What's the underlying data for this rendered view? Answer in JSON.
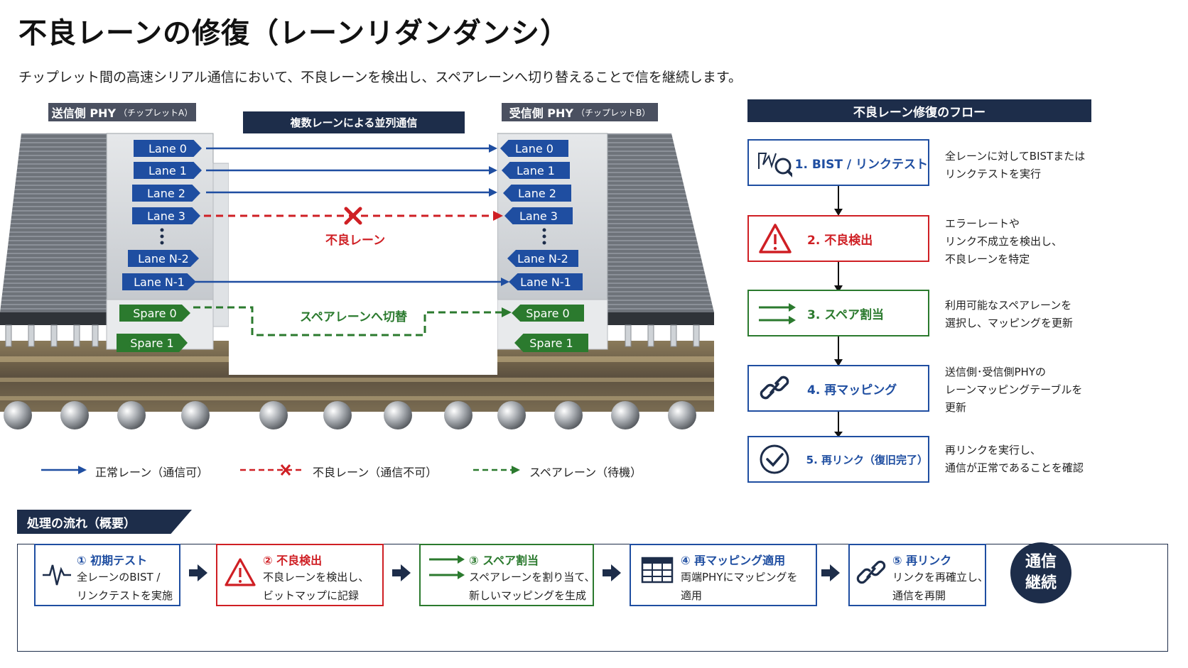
{
  "title": "不良レーンの修復（レーンリダンダンシ）",
  "subtitle": "チップレット間の高速シリアル通信において、不良レーンを検出し、スペアレーンへ切り替えることで信を継続します。",
  "tx_header": {
    "main": "送信側 PHY",
    "sub": "（チップレットA）"
  },
  "rx_header": {
    "main": "受信側 PHY",
    "sub": "（チップレットB）"
  },
  "parallel_label": "複数レーンによる並列通信",
  "tx_lanes": [
    "Lane 0",
    "Lane 1",
    "Lane 2",
    "Lane 3",
    "Lane N-2",
    "Lane N-1"
  ],
  "rx_lanes": [
    "Lane 0",
    "Lane 1",
    "Lane 2",
    "Lane 3",
    "Lane N-2",
    "Lane N-1"
  ],
  "tx_spares": [
    "Spare 0",
    "Spare 1"
  ],
  "rx_spares": [
    "Spare 0",
    "Spare 1"
  ],
  "faulty_label": "不良レーン",
  "switch_label": "スペアレーンへ切替",
  "legend": {
    "normal": "正常レーン（通信可）",
    "faulty": "不良レーン（通信不可）",
    "spare": "スペアレーン（待機）"
  },
  "flow_header": "不良レーン修復のフロー",
  "flow_steps": [
    {
      "label": "1. BIST / リンクテスト",
      "icon": "bist-search-icon",
      "desc": [
        "全レーンに対してBISTまたは",
        "リンクテストを実行"
      ]
    },
    {
      "label": "2. 不良検出",
      "icon": "warning-icon",
      "desc": [
        "エラーレートや",
        "リンク不成立を検出し、",
        "不良レーンを特定"
      ]
    },
    {
      "label": "3. スペア割当",
      "icon": "switch-arrows-icon",
      "desc": [
        "利用可能なスペアレーンを",
        "選択し、マッピングを更新"
      ]
    },
    {
      "label": "4. 再マッピング",
      "icon": "link-icon",
      "desc": [
        "送信側･受信側PHYの",
        "レーンマッピングテーブルを",
        "更新"
      ]
    },
    {
      "label": "5. 再リンク（復旧完了）",
      "icon": "check-circle-icon",
      "desc": [
        "再リンクを実行し、",
        "通信が正常であることを確認"
      ]
    }
  ],
  "process_header": "処理の流れ（概要）",
  "process_steps": [
    {
      "title": "① 初期テスト",
      "icon": "waveform-icon",
      "desc": [
        "全レーンのBIST /",
        "リンクテストを実施"
      ]
    },
    {
      "title": "② 不良検出",
      "icon": "warning-icon",
      "desc": [
        "不良レーンを検出し、",
        "ビットマップに記録"
      ]
    },
    {
      "title": "③ スペア割当",
      "icon": "switch-arrows-icon",
      "desc": [
        "スペアレーンを割り当て、",
        "新しいマッピングを生成"
      ]
    },
    {
      "title": "④ 再マッピング適用",
      "icon": "table-icon",
      "desc": [
        "両端PHYにマッピングを",
        "適用"
      ]
    },
    {
      "title": "⑤ 再リンク",
      "icon": "link-icon",
      "desc": [
        "リンクを再確立し、",
        "通信を再開"
      ]
    }
  ],
  "final_badge": [
    "通信",
    "継続"
  ],
  "colors": {
    "navy": "#1d2d4a",
    "blue": "#1f4ea1",
    "red": "#cf1f24",
    "green": "#2b7a2e"
  }
}
